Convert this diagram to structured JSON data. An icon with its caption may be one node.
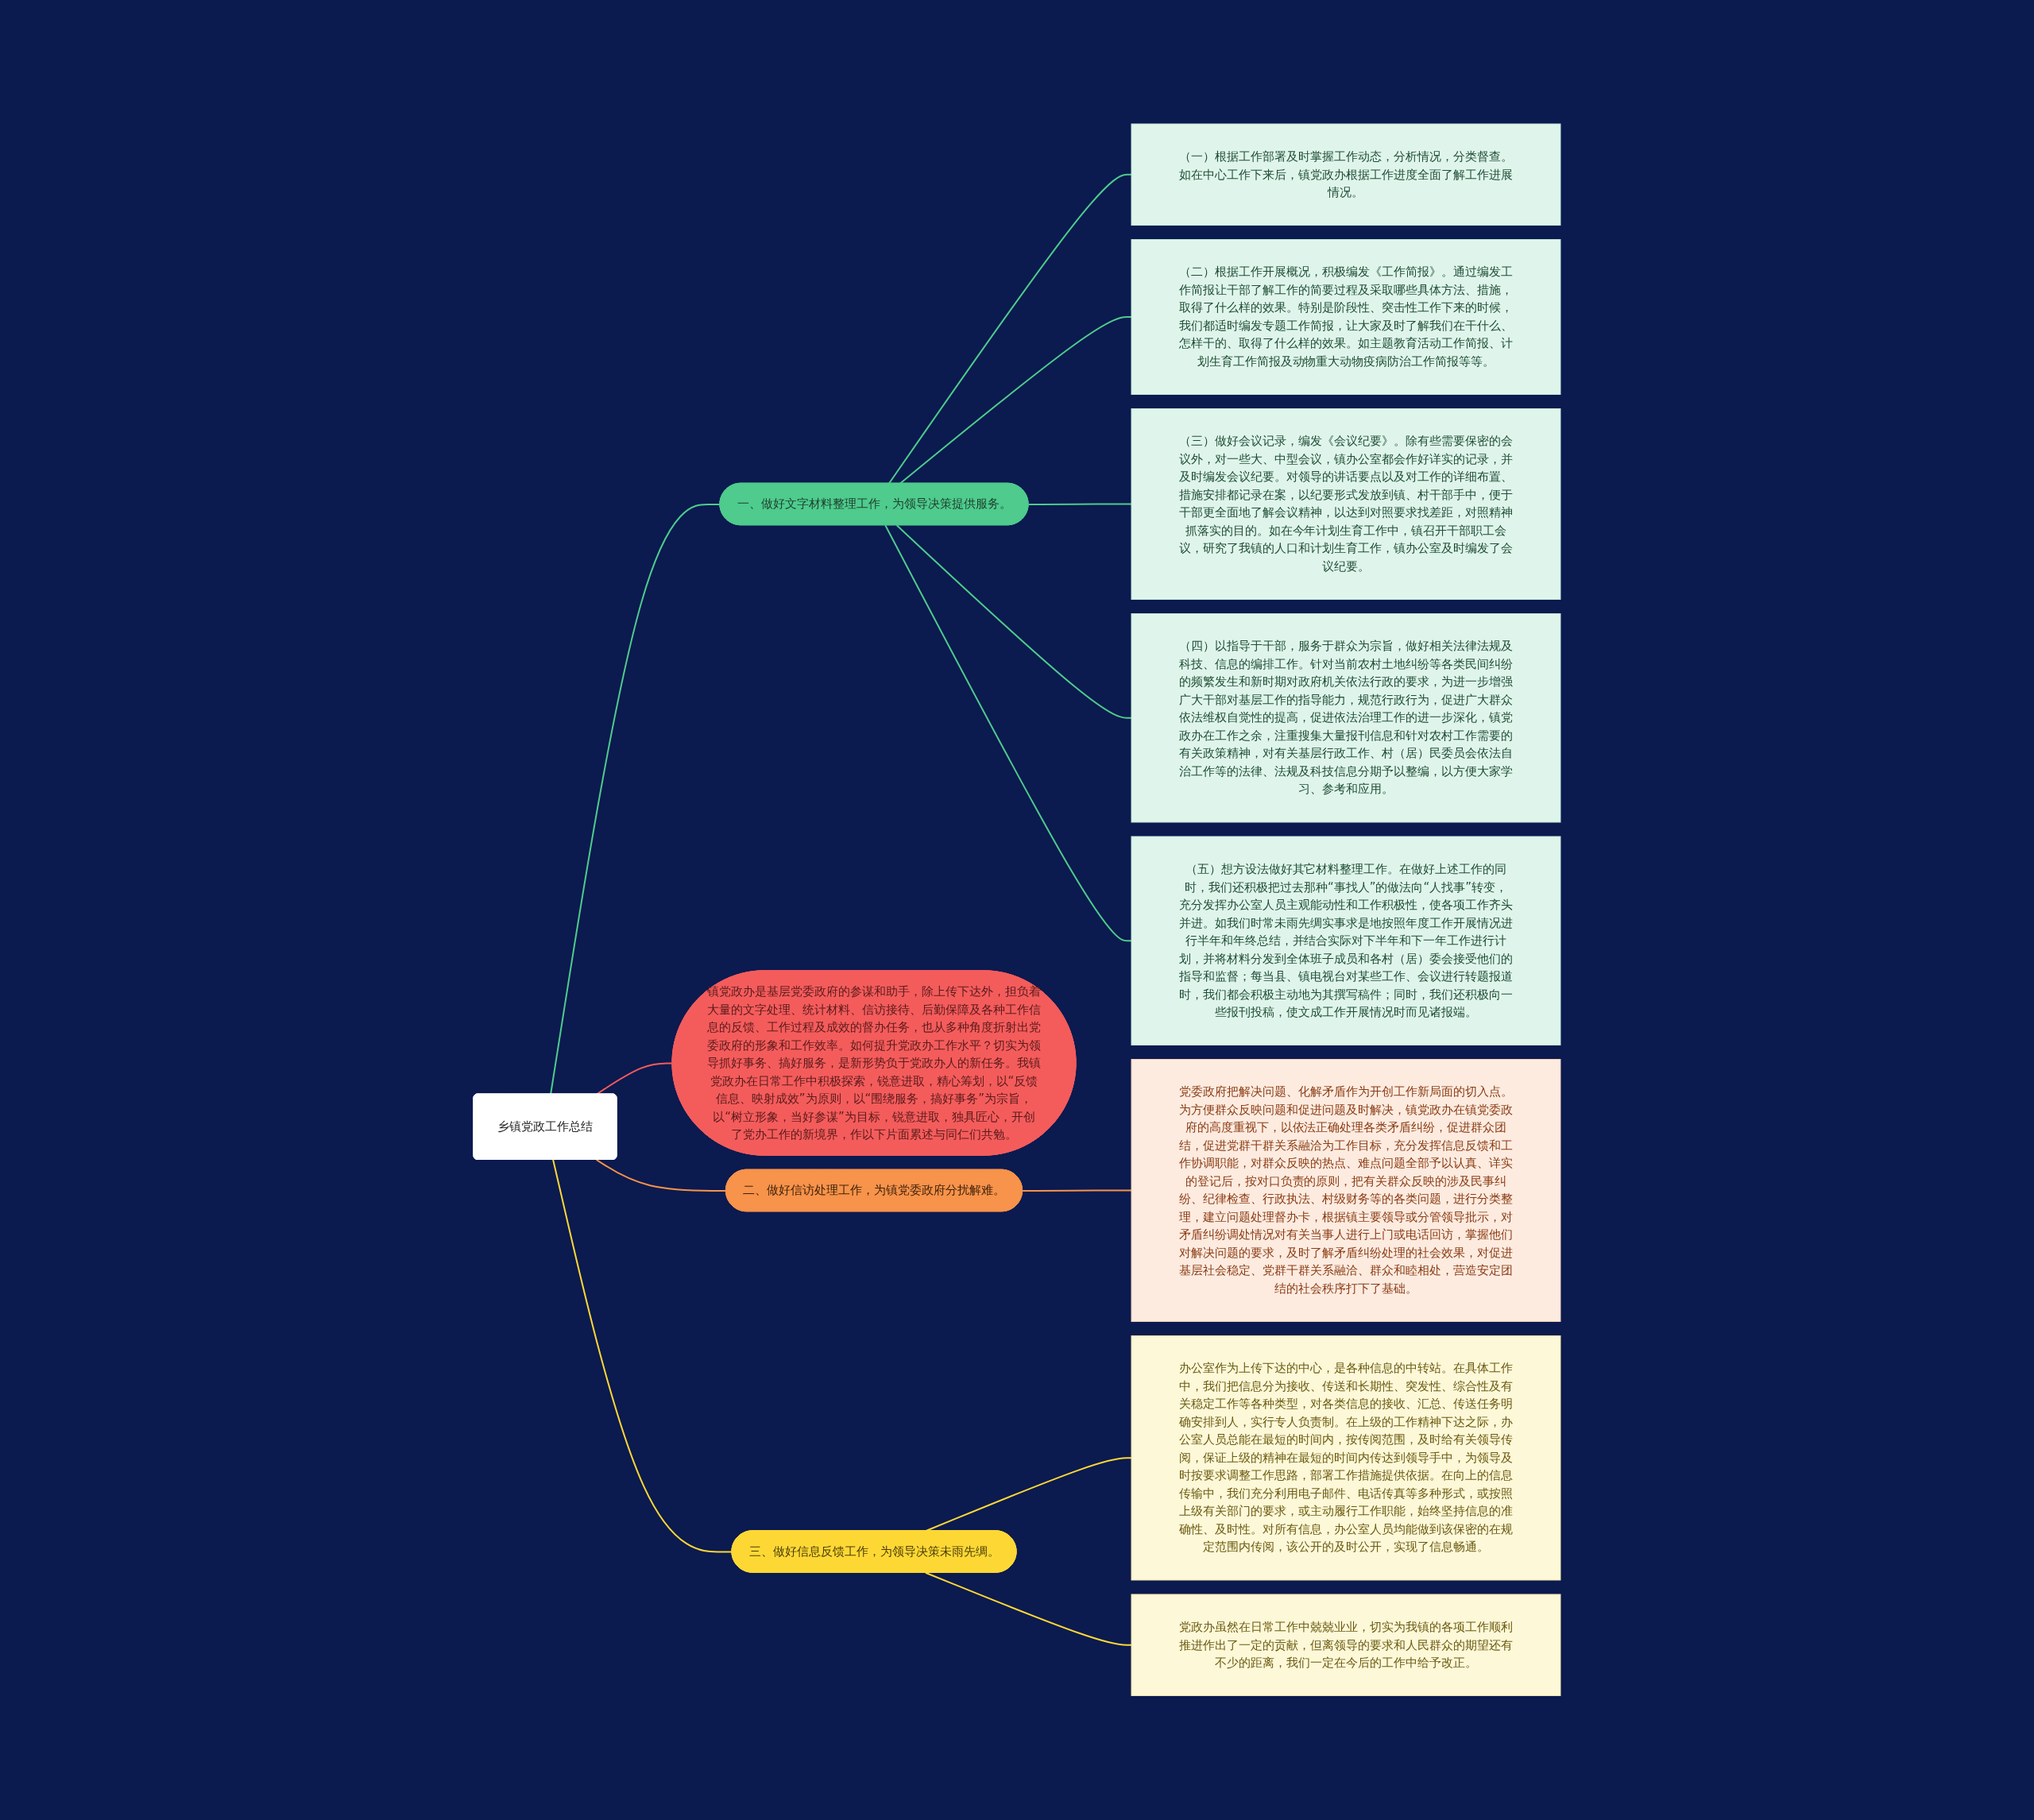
{
  "diagram": {
    "nodes": [
      {
        "text": [
          "乡镇党政工作总结"
        ]
      },
      {
        "text": [
          "镇党政办是基层党委政府的参谋和助手，除上传下达外，担负着大量的文字处理、统计材料、信访接待、后勤保障及各种工作信息的反馈、工作过程及成效的督办任务，也从多种角度折射出党委政府的形象和工作效率。如何提升党政办工作水平？切实为领导抓好事务、搞好服务，是新形势负于党政办人的新任务。我镇党政办在日常工作中积极探索，锐意进取，精心筹划，以“反馈信息、映射成效”为原则，以“围绕服务，搞好事务”为宗旨，以“树立形象，当好参谋”为目标，锐意进取，独具匠心，开创了党办工作的新境界，作以下片面累述与同仁们共勉。"
        ]
      },
      {
        "text": [
          "一、做好文字材料整理工作，为领导决策提供服务。"
        ]
      },
      {
        "text": [
          "（一）根据工作部署及时掌握工作动态，分析情况，分类督查。如在中心工作下来后，镇党政办根据工作进度全面了解工作进展情况。"
        ]
      },
      {
        "text": [
          "（二）根据工作开展概况，积极编发《工作简报》。通过编发工作简报让干部了解工作的简要过程及采取哪些具体方法、措施，取得了什么样的效果。特别是阶段性、突击性工作下来的时候，我们都适时编发专题工作简报，让大家及时了解我们在干什么、怎样干的、取得了什么样的效果。如主题教育活动工作简报、计划生育工作简报及动物重大动物疫病防治工作简报等等。"
        ]
      },
      {
        "text": [
          "（三）做好会议记录，编发《会议纪要》。除有些需要保密的会议外，对一些大、中型会议，镇办公室都会作好详实的记录，并及时编发会议纪要。对领导的讲话要点以及对工作的详细布置、措施安排都记录在案，以纪要形式发放到镇、村干部手中，便于干部更全面地了解会议精神，以达到对照要求找差距，对照精神抓落实的目的。如在今年计划生育工作中，镇召开干部职工会议，研究了我镇的人口和计划生育工作，镇办公室及时编发了会议纪要。"
        ]
      },
      {
        "text": [
          "（四）以指导于干部，服务于群众为宗旨，做好相关法律法规及科技、信息的编排工作。针对当前农村土地纠纷等各类民间纠纷的频繁发生和新时期对政府机关依法行政的要求，为进一步增强广大干部对基层工作的指导能力，规范行政行为，促进广大群众依法维权自觉性的提高，促进依法治理工作的进一步深化，镇党政办在工作之余，注重搜集大量报刊信息和针对农村工作需要的有关政策精神，对有关基层行政工作、村（居）民委员会依法自治工作等的法律、法规及科技信息分期予以整编，以方便大家学习、参考和应用。"
        ]
      },
      {
        "text": [
          "（五）想方设法做好其它材料整理工作。在做好上述工作的同时，我们还积极把过去那种“事找人”的做法向“人找事”转变，充分发挥办公室人员主观能动性和工作积极性，使各项工作齐头并进。如我们时常未雨先绸实事求是地按照年度工作开展情况进行半年和年终总结，并结合实际对下半年和下一年工作进行计划，并将材料分发到全体班子成员和各村（居）委会接受他们的指导和监督；每当县、镇电视台对某些工作、会议进行转题报道时，我们都会积极主动地为其撰写稿件；同时，我们还积极向一些报刊投稿，使文成工作开展情况时而见诸报端。"
        ]
      },
      {
        "text": [
          "二、做好信访处理工作，为镇党委政府分扰解难。"
        ]
      },
      {
        "text": [
          "党委政府把解决问题、化解矛盾作为开创工作新局面的切入点。为方便群众反映问题和促进问题及时解决，镇党政办在镇党委政府的高度重视下，以依法正确处理各类矛盾纠纷，促进群众团结，促进党群干群关系融洽为工作目标，充分发挥信息反馈和工作协调职能，对群众反映的热点、难点问题全部予以认真、详实的登记后，按对口负责的原则，把有关群众反映的涉及民事纠纷、纪律检查、行政执法、村级财务等的各类问题，进行分类整理，建立问题处理督办卡，根据镇主要领导或分管领导批示，对矛盾纠纷调处情况对有关当事人进行上门或电话回访，掌握他们对解决问题的要求，及时了解矛盾纠纷处理的社会效果，对促进基层社会稳定、党群干群关系融洽、群众和睦相处，营造安定团结的社会秩序打下了基础。"
        ]
      },
      {
        "text": [
          "三、做好信息反馈工作，为领导决策未雨先绸。"
        ]
      },
      {
        "text": [
          "办公室作为上传下达的中心，是各种信息的中转站。在具体工作中，我们把信息分为接收、传送和长期性、突发性、综合性及有关稳定工作等各种类型，对各类信息的接收、汇总、传送任务明确安排到人，实行专人负责制。在上级的工作精神下达之际，办公室人员总能在最短的时间内，按传阅范围，及时给有关领导传阅，保证上级的精神在最短的时间内传达到领导手中，为领导及时按要求调整工作思路，部署工作措施提供依据。在向上的信息传输中，我们充分利用电子邮件、电话传真等多种形式，或按照上级有关部门的要求，或主动履行工作职能，始终坚持信息的准确性、及时性。对所有信息，办公室人员均能做到该保密的在规定范围内传阅，该公开的及时公开，实现了信息畅通。"
        ]
      },
      {
        "text": [
          "党政办虽然在日常工作中兢兢业业，切实为我镇的各项工作顺利推进作出了一定的贡献，但离领导的要求和人民群众的期望还有不少的距离，我们一定在今后的工作中给予改正。"
        ]
      }
    ],
    "edges": [
      {
        "from": 0,
        "to": 2,
        "arrow": "none"
      },
      {
        "from": 2,
        "to": 3,
        "arrow": "none"
      },
      {
        "from": 2,
        "to": 4,
        "arrow": "none"
      },
      {
        "from": 2,
        "to": 5,
        "arrow": "none"
      },
      {
        "from": 2,
        "to": 6,
        "arrow": "none"
      },
      {
        "from": 2,
        "to": 7,
        "arrow": "none"
      },
      {
        "from": 0,
        "to": 1,
        "arrow": "none",
        "color": "#f45c5c"
      },
      {
        "from": 0,
        "to": 8,
        "arrow": "none",
        "color": "#f7934a"
      },
      {
        "from": 8,
        "to": 9,
        "arrow": "none",
        "color": "#f7934a"
      },
      {
        "from": 0,
        "to": 10,
        "arrow": "none",
        "color": "#fdd835"
      },
      {
        "from": 10,
        "to": 11,
        "arrow": "none",
        "color": "#fdd835"
      },
      {
        "from": 10,
        "to": 12,
        "arrow": "none",
        "color": "#fdd835"
      }
    ]
  }
}
